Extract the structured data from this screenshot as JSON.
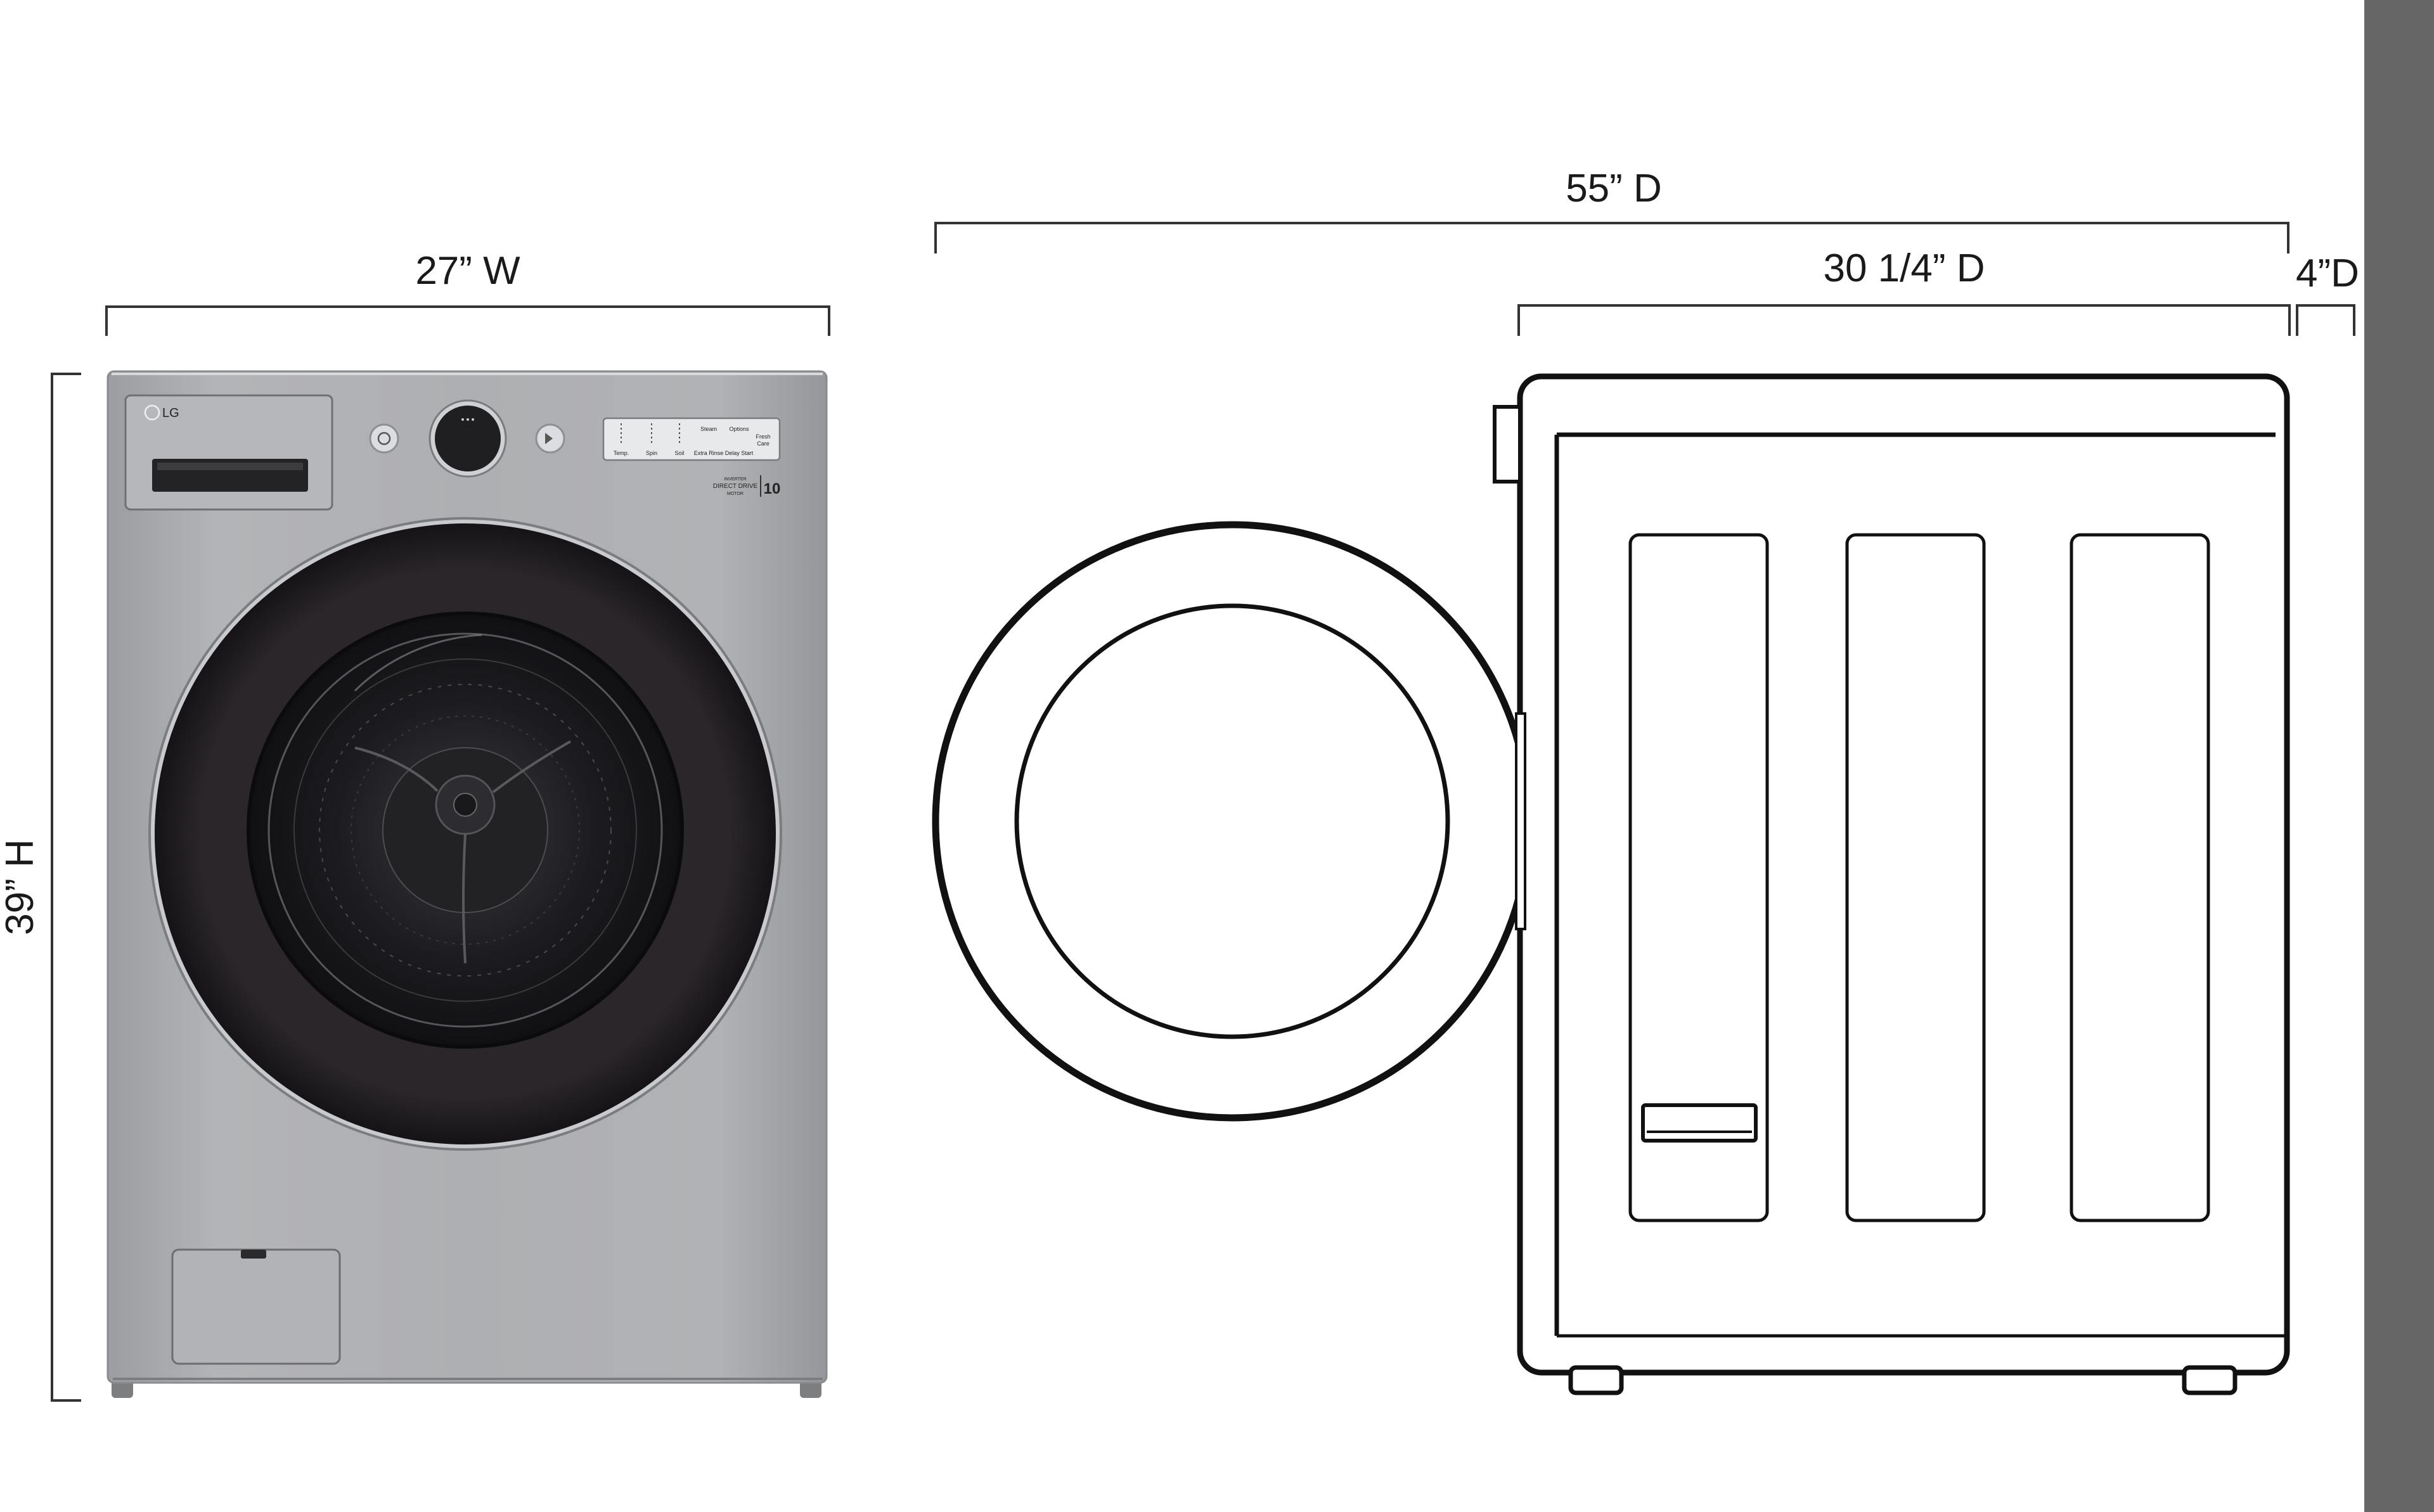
{
  "dimensions": {
    "width": "27” W",
    "height": "39” H",
    "total_depth": "55” D",
    "body_depth": "30 1/4” D",
    "rear_depth": "4”D"
  },
  "control_panel": {
    "logo": "LG",
    "dial_title": "Normal",
    "dial_subtitle_1": "Mixed loads and",
    "dial_subtitle_2": "cotton or linen fabrics",
    "opt_temp": "Temp.",
    "opt_spin": "Spin",
    "opt_soil": "Soil",
    "opt_steam": "Steam",
    "opt_options": "Options",
    "opt_fresh_care_1": "Fresh",
    "opt_fresh_care_2": "Care",
    "opt_extra_rinse": "Extra Rinse",
    "opt_delay_start": "Delay Start",
    "badge_1": "INVERTER",
    "badge_2": "DIRECT DRIVE",
    "badge_3": "MOTOR",
    "badge_years": "10"
  },
  "colors": {
    "stainless": "#a9aaac",
    "door_ring": "#241f24",
    "glass": "#1b1b1e",
    "line_art": "#111111",
    "dimension_line": "#333333",
    "wall": "#666666"
  }
}
